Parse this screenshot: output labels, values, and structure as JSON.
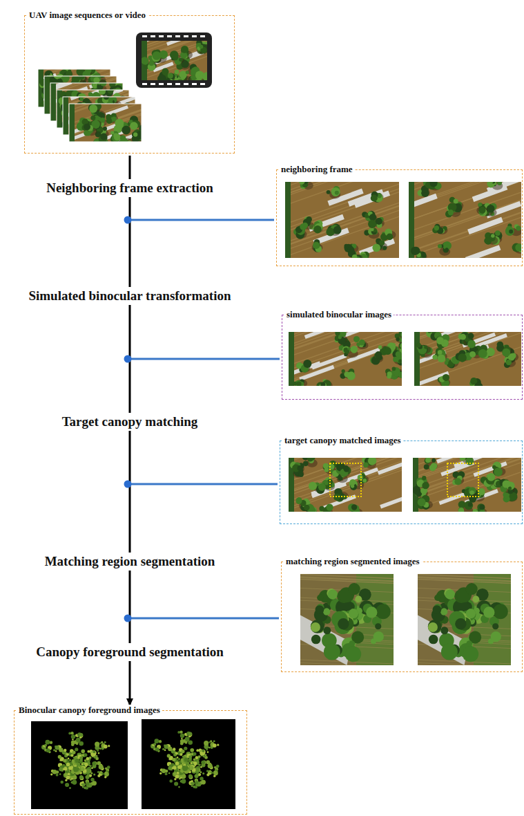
{
  "diagram": {
    "nodes": [
      {
        "text": [
          "UAV image sequences or video"
        ]
      },
      {
        "text": [
          "neighboring frame"
        ]
      },
      {
        "text": [
          "simulated binocular images"
        ]
      },
      {
        "text": [
          "target canopy matched images"
        ]
      },
      {
        "text": [
          "matching region segmented images"
        ]
      },
      {
        "text": [
          "Binocular canopy foreground images"
        ]
      }
    ],
    "edges": [
      {
        "from": 0,
        "to": 5,
        "arrow": "to"
      }
    ],
    "labels": [
      "Neighboring frame extraction",
      "Simulated binocular transformation",
      "Target canopy matching",
      "Matching region segmentation",
      "Canopy foreground segmentation"
    ]
  }
}
